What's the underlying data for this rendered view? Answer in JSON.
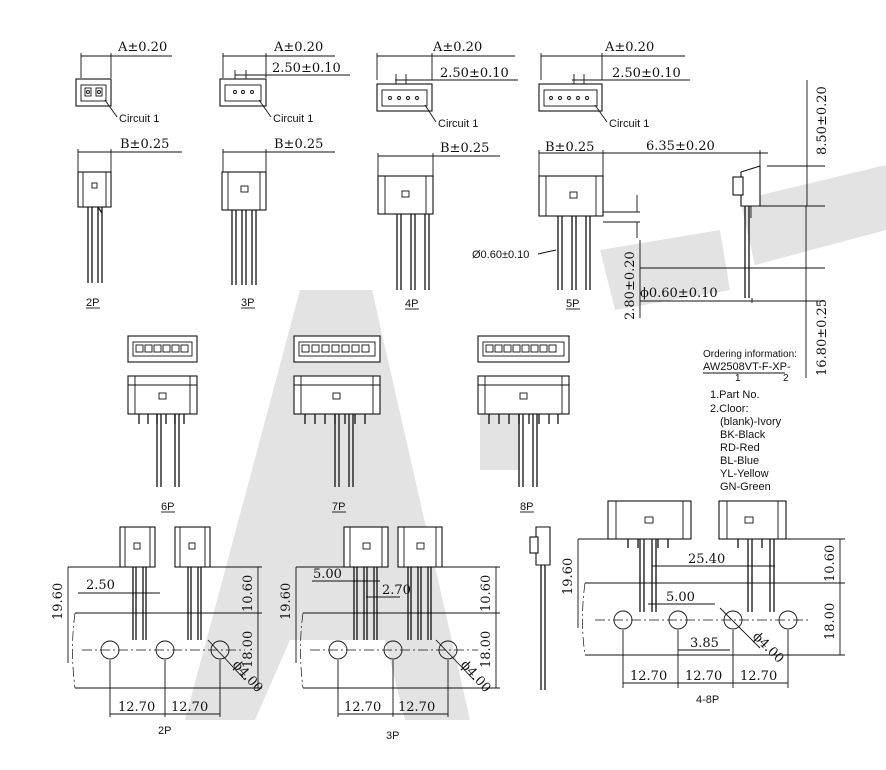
{
  "dims": {
    "a": "A±0.20",
    "b": "B±0.25",
    "pitch": "2.50±0.10",
    "height_top": "8.50±0.20",
    "side_w": "6.35±0.20",
    "tail": "16.80±0.25",
    "side_tab": "2.80±0.20",
    "pin_dia_side": "ϕ0.60±0.10",
    "pin_dia": "Ø0.60±0.10",
    "d250": "2.50",
    "d500": "5.00",
    "d270": "2.70",
    "d1960": "19.60",
    "d1060": "10.60",
    "d1800": "18.00",
    "d1270": "12.70",
    "d2540": "25.40",
    "d385": "3.85",
    "phi4": "ϕ4.00"
  },
  "labels": {
    "circuit": "Circuit 1",
    "p2": "2P",
    "p3": "3P",
    "p4": "4P",
    "p5": "5P",
    "p6": "6P",
    "p7": "7P",
    "p8": "8P",
    "pcb2": "2P",
    "pcb3": "3P",
    "pcb48": "4-8P"
  },
  "ordering": {
    "title": "Ordering information:",
    "part": "AW2508VT-F-XP-",
    "mark1": "1",
    "mark2": "2",
    "items": [
      "1.Part No.",
      "2.Cloor:",
      "(blank)-Ivory",
      "BK-Black",
      "RD-Red",
      "BL-Blue",
      "YL-Yellow",
      "GN-Green"
    ]
  }
}
